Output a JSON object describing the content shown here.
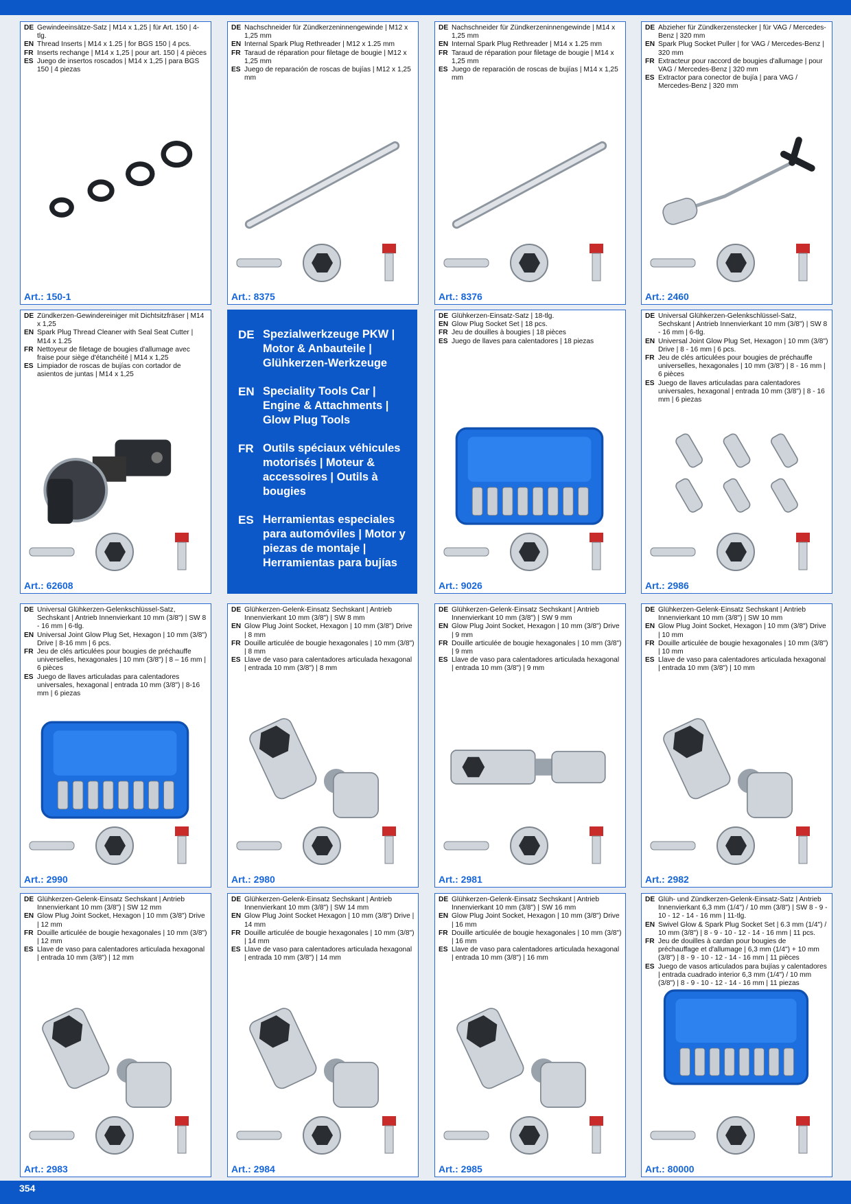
{
  "page_number": "354",
  "intro": [
    {
      "lang": "DE",
      "text": "Spezialwerkzeuge PKW | Motor & Anbauteile | Glühkerzen-Werkzeuge"
    },
    {
      "lang": "EN",
      "text": "Speciality Tools Car | Engine & Attachments | Glow Plug Tools"
    },
    {
      "lang": "FR",
      "text": "Outils spéciaux véhicules motorisés | Moteur & accessoires | Outils à bougies"
    },
    {
      "lang": "ES",
      "text": "Herramientas especiales para automóviles | Motor y piezas de montaje | Herramientas para bujías"
    }
  ],
  "products": [
    {
      "art": "Art.: 150-1",
      "photo": "thread-inserts",
      "desc": [
        {
          "lang": "DE",
          "text": "Gewindeeinsätze-Satz | M14 x 1,25 | für Art. 150 | 4-tlg."
        },
        {
          "lang": "EN",
          "text": "Thread Inserts | M14 x 1.25 | for BGS 150 | 4 pcs."
        },
        {
          "lang": "FR",
          "text": "Inserts rechange | M14 x 1,25 | pour art. 150 | 4 pièces"
        },
        {
          "lang": "ES",
          "text": "Juego de insertos roscados | M14 x 1,25 | para BGS 150 | 4 piezas"
        }
      ]
    },
    {
      "art": "Art.: 8375",
      "photo": "rethreader",
      "desc": [
        {
          "lang": "DE",
          "text": "Nachschneider für Zündkerzeninnengewinde | M12 x 1,25 mm"
        },
        {
          "lang": "EN",
          "text": "Internal Spark Plug Rethreader | M12 x 1.25 mm"
        },
        {
          "lang": "FR",
          "text": "Taraud de réparation pour filetage de bougie | M12 x 1,25 mm"
        },
        {
          "lang": "ES",
          "text": "Juego de reparación de roscas de bujías | M12 x 1,25 mm"
        }
      ]
    },
    {
      "art": "Art.: 8376",
      "photo": "rethreader",
      "desc": [
        {
          "lang": "DE",
          "text": "Nachschneider für Zündkerzeninnengewinde | M14 x 1,25 mm"
        },
        {
          "lang": "EN",
          "text": "Internal Spark Plug Rethreader | M14 x 1.25 mm"
        },
        {
          "lang": "FR",
          "text": "Taraud de réparation pour filetage de bougie | M14 x 1,25 mm"
        },
        {
          "lang": "ES",
          "text": "Juego de reparación de roscas de bujías | M14 x 1,25 mm"
        }
      ]
    },
    {
      "art": "Art.: 2460",
      "photo": "puller",
      "desc": [
        {
          "lang": "DE",
          "text": "Abzieher für Zündkerzenstecker | für VAG / Mercedes-Benz | 320 mm"
        },
        {
          "lang": "EN",
          "text": "Spark Plug Socket Puller | for VAG / Mercedes-Benz | 320 mm"
        },
        {
          "lang": "FR",
          "text": "Extracteur pour raccord de bougies d'allumage | pour VAG / Mercedes-Benz | 320 mm"
        },
        {
          "lang": "ES",
          "text": "Extractor para conector de bujía | para VAG / Mercedes-Benz | 320 mm"
        }
      ]
    },
    {
      "art": "Art.: 62608",
      "photo": "cleaner",
      "desc": [
        {
          "lang": "DE",
          "text": "Zündkerzen-Gewindereiniger mit Dichtsitzfräser | M14 x 1,25"
        },
        {
          "lang": "EN",
          "text": "Spark Plug Thread Cleaner with Seal Seat Cutter | M14 x 1.25"
        },
        {
          "lang": "FR",
          "text": "Nettoyeur de filetage de bougies d'allumage avec fraise pour siège d'étanchéité | M14 x 1,25"
        },
        {
          "lang": "ES",
          "text": "Limpiador de roscas de bujías con cortador de asientos de juntas | M14 x 1,25"
        }
      ]
    },
    {
      "art": "Art.: 9026",
      "photo": "case",
      "desc": [
        {
          "lang": "DE",
          "text": "Glühkerzen-Einsatz-Satz | 18-tlg."
        },
        {
          "lang": "EN",
          "text": "Glow Plug Socket Set | 18 pcs."
        },
        {
          "lang": "FR",
          "text": "Jeu de douilles à bougies | 18 pièces"
        },
        {
          "lang": "ES",
          "text": "Juego de llaves para calentadores | 18 piezas"
        }
      ]
    },
    {
      "art": "Art.: 2986",
      "photo": "joint-set",
      "desc": [
        {
          "lang": "DE",
          "text": "Universal Glühkerzen-Gelenkschlüssel-Satz, Sechskant | Antrieb Innenvierkant 10 mm (3/8\") | SW 8 - 16 mm | 6-tlg."
        },
        {
          "lang": "EN",
          "text": "Universal Joint Glow Plug Set, Hexagon | 10 mm (3/8\") Drive | 8 - 16 mm | 6 pcs."
        },
        {
          "lang": "FR",
          "text": "Jeu de clés articulées pour bougies de préchauffe universelles, hexagonales | 10 mm (3/8\") | 8 - 16 mm | 6 pièces"
        },
        {
          "lang": "ES",
          "text": "Juego de llaves articuladas para calentadores universales, hexagonal | entrada 10 mm (3/8\") | 8 - 16 mm | 6 piezas"
        }
      ]
    },
    {
      "art": "Art.: 2990",
      "photo": "case",
      "desc": [
        {
          "lang": "DE",
          "text": "Universal Glühkerzen-Gelenkschlüssel-Satz, Sechskant | Antrieb Innenvierkant 10 mm (3/8\") | SW 8 - 16 mm | 6-tlg."
        },
        {
          "lang": "EN",
          "text": "Universal Joint Glow Plug Set, Hexagon | 10 mm (3/8\") Drive | 8-16 mm | 6 pcs."
        },
        {
          "lang": "FR",
          "text": "Jeu de clés articulées pour bougies de préchauffe universelles, hexagonales | 10 mm (3/8\") | 8 – 16 mm | 6 pièces"
        },
        {
          "lang": "ES",
          "text": "Juego de llaves articuladas para calentadores universales, hexagonal | entrada 10 mm (3/8\") | 8-16 mm | 6 piezas"
        }
      ]
    },
    {
      "art": "Art.: 2980",
      "photo": "socket",
      "desc": [
        {
          "lang": "DE",
          "text": "Glühkerzen-Gelenk-Einsatz Sechskant | Antrieb Innenvierkant 10 mm (3/8\") | SW 8 mm"
        },
        {
          "lang": "EN",
          "text": "Glow Plug Joint Socket, Hexagon | 10 mm (3/8\") Drive | 8 mm"
        },
        {
          "lang": "FR",
          "text": "Douille articulée de bougie hexagonales | 10 mm (3/8\") | 8 mm"
        },
        {
          "lang": "ES",
          "text": "Llave de vaso para calentadores articulada hexagonal | entrada 10 mm (3/8\") | 8 mm"
        }
      ]
    },
    {
      "art": "Art.: 2981",
      "photo": "socket-flat",
      "desc": [
        {
          "lang": "DE",
          "text": "Glühkerzen-Gelenk-Einsatz Sechskant | Antrieb Innenvierkant 10 mm (3/8\") | SW 9 mm"
        },
        {
          "lang": "EN",
          "text": "Glow Plug Joint Socket, Hexagon | 10 mm (3/8\") Drive | 9 mm"
        },
        {
          "lang": "FR",
          "text": "Douille articulée de bougie hexagonales | 10 mm (3/8\") | 9 mm"
        },
        {
          "lang": "ES",
          "text": "Llave de vaso para calentadores articulada hexagonal | entrada 10 mm (3/8\") | 9 mm"
        }
      ]
    },
    {
      "art": "Art.: 2982",
      "photo": "socket",
      "desc": [
        {
          "lang": "DE",
          "text": "Glühkerzen-Gelenk-Einsatz Sechskant | Antrieb Innenvierkant 10 mm (3/8\") | SW 10 mm"
        },
        {
          "lang": "EN",
          "text": "Glow Plug Joint Socket, Hexagon | 10 mm (3/8\") Drive | 10 mm"
        },
        {
          "lang": "FR",
          "text": "Douille articulée de bougie hexagonales | 10 mm (3/8\") | 10 mm"
        },
        {
          "lang": "ES",
          "text": "Llave de vaso para calentadores articulada hexagonal | entrada 10 mm (3/8\") | 10 mm"
        }
      ]
    },
    {
      "art": "Art.: 2983",
      "photo": "socket",
      "desc": [
        {
          "lang": "DE",
          "text": "Glühkerzen-Gelenk-Einsatz Sechskant | Antrieb Innenvierkant 10 mm (3/8\") | SW 12 mm"
        },
        {
          "lang": "EN",
          "text": "Glow Plug Joint Socket, Hexagon | 10 mm (3/8\") Drive | 12 mm"
        },
        {
          "lang": "FR",
          "text": "Douille articulée de bougie hexagonales | 10 mm (3/8\") | 12 mm"
        },
        {
          "lang": "ES",
          "text": "Llave de vaso para calentadores articulada hexagonal | entrada 10 mm (3/8\") | 12 mm"
        }
      ]
    },
    {
      "art": "Art.: 2984",
      "photo": "socket",
      "desc": [
        {
          "lang": "DE",
          "text": "Glühkerzen-Gelenk-Einsatz Sechskant | Antrieb Innenvierkant 10 mm (3/8\") | SW 14 mm"
        },
        {
          "lang": "EN",
          "text": "Glow Plug Joint Socket Hexagon | 10 mm (3/8\") Drive | 14 mm"
        },
        {
          "lang": "FR",
          "text": "Douille articulée de bougie hexagonales | 10 mm (3/8\") | 14 mm"
        },
        {
          "lang": "ES",
          "text": "Llave de vaso para calentadores articulada hexagonal | entrada 10 mm (3/8\") | 14 mm"
        }
      ]
    },
    {
      "art": "Art.: 2985",
      "photo": "socket",
      "desc": [
        {
          "lang": "DE",
          "text": "Glühkerzen-Gelenk-Einsatz Sechskant | Antrieb Innenvierkant 10 mm (3/8\") | SW 16 mm"
        },
        {
          "lang": "EN",
          "text": "Glow Plug Joint Socket, Hexagon | 10 mm (3/8\") Drive | 16 mm"
        },
        {
          "lang": "FR",
          "text": "Douille articulée de bougie hexagonales | 10 mm (3/8\") | 16 mm"
        },
        {
          "lang": "ES",
          "text": "Llave de vaso para calentadores articulada hexagonal | entrada 10 mm (3/8\") | 16 mm"
        }
      ]
    },
    {
      "art": "Art.: 80000",
      "photo": "case",
      "desc": [
        {
          "lang": "DE",
          "text": "Glüh- und Zündkerzen-Gelenk-Einsatz-Satz | Antrieb Innenvierkant 6,3 mm (1/4\") / 10 mm (3/8\") | SW 8 - 9 - 10 - 12 - 14 - 16 mm | 11-tlg."
        },
        {
          "lang": "EN",
          "text": "Swivel Glow & Spark Plug Socket Set | 6.3 mm (1/4\") / 10 mm (3/8\") | 8 - 9 - 10 - 12 - 14 - 16 mm | 11 pcs."
        },
        {
          "lang": "FR",
          "text": "Jeu de douilles à cardan pour bougies de préchauffage et d'allumage | 6,3 mm (1/4\") + 10 mm (3/8\") | 8 - 9 - 10 - 12 - 14 - 16 mm | 11 pièces"
        },
        {
          "lang": "ES",
          "text": "Juego de vasos articulados para bujías y calentadores | entrada cuadrado interior 6,3 mm (1/4\") / 10 mm (3/8\") | 8 - 9 - 10 - 12 - 14 - 16 mm | 11 piezas"
        }
      ]
    }
  ]
}
